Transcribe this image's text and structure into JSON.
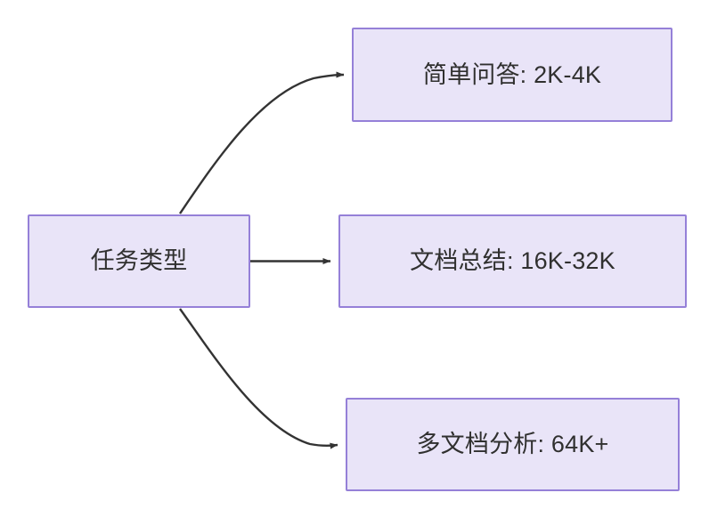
{
  "diagram": {
    "type": "flowchart",
    "direction": "left-to-right",
    "background_color": "#ffffff",
    "node_fill_color": "#e9e4f8",
    "node_border_color": "#9580d8",
    "node_text_color": "#30302f",
    "edge_color": "#333333",
    "source": {
      "id": "task-type",
      "label": "任务类型"
    },
    "targets": [
      {
        "id": "simple-qa",
        "label": "简单问答: 2K-4K"
      },
      {
        "id": "doc-summary",
        "label": "文档总结: 16K-32K"
      },
      {
        "id": "multi-doc-analysis",
        "label": "多文档分析: 64K+"
      }
    ],
    "edges": [
      {
        "from": "任务类型",
        "to": "简单问答: 2K-4K",
        "style": "curved",
        "arrow": "arrowhead"
      },
      {
        "from": "任务类型",
        "to": "文档总结: 16K-32K",
        "style": "straight",
        "arrow": "arrowhead"
      },
      {
        "from": "任务类型",
        "to": "多文档分析: 64K+",
        "style": "curved",
        "arrow": "arrowhead"
      }
    ]
  }
}
